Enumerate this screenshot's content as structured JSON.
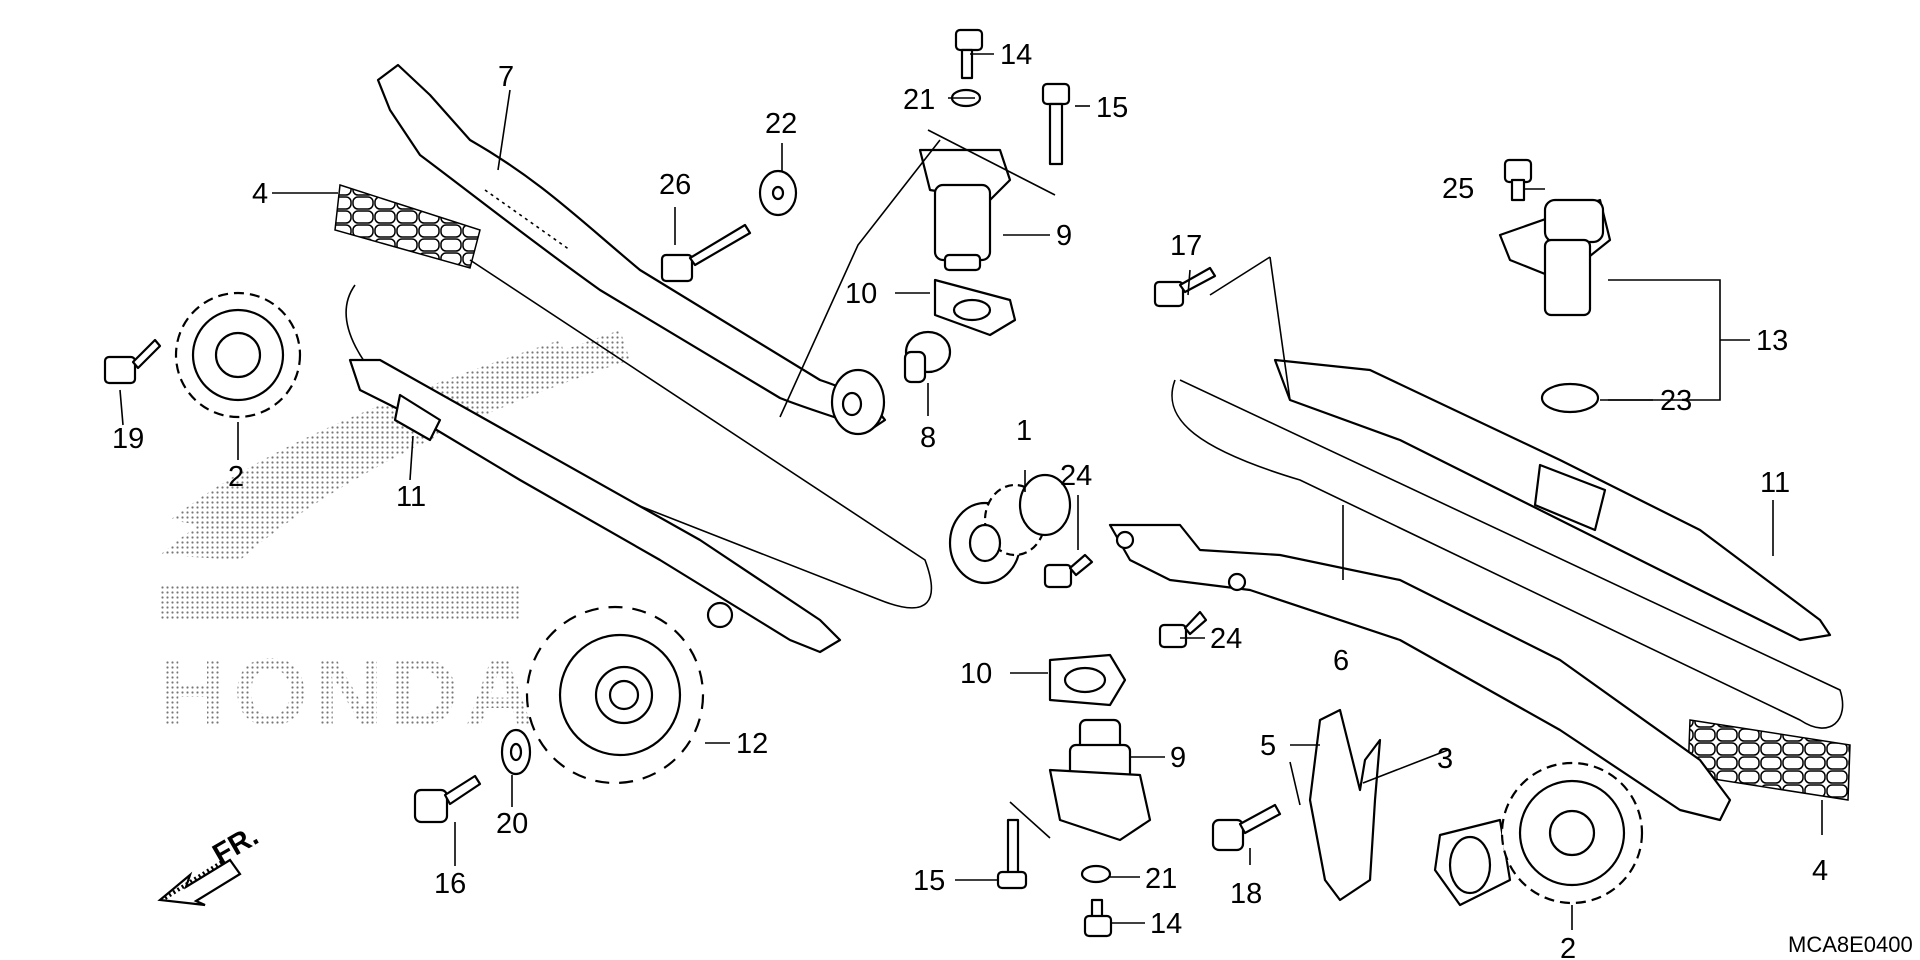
{
  "diagram": {
    "code": "MCA8E0400",
    "watermark": "HONDA",
    "direction_label": "FR.",
    "labels": {
      "l1": "1",
      "l2a": "2",
      "l2b": "2",
      "l3": "3",
      "l4a": "4",
      "l4b": "4",
      "l5": "5",
      "l6": "6",
      "l7": "7",
      "l8": "8",
      "l9a": "9",
      "l9b": "9",
      "l10a": "10",
      "l10b": "10",
      "l11a": "11",
      "l11b": "11",
      "l12": "12",
      "l13": "13",
      "l14a": "14",
      "l14b": "14",
      "l15a": "15",
      "l15b": "15",
      "l16": "16",
      "l17": "17",
      "l18": "18",
      "l19": "19",
      "l20": "20",
      "l21a": "21",
      "l21b": "21",
      "l22": "22",
      "l23": "23",
      "l24a": "24",
      "l24b": "24",
      "l25": "25",
      "l26": "26"
    }
  }
}
